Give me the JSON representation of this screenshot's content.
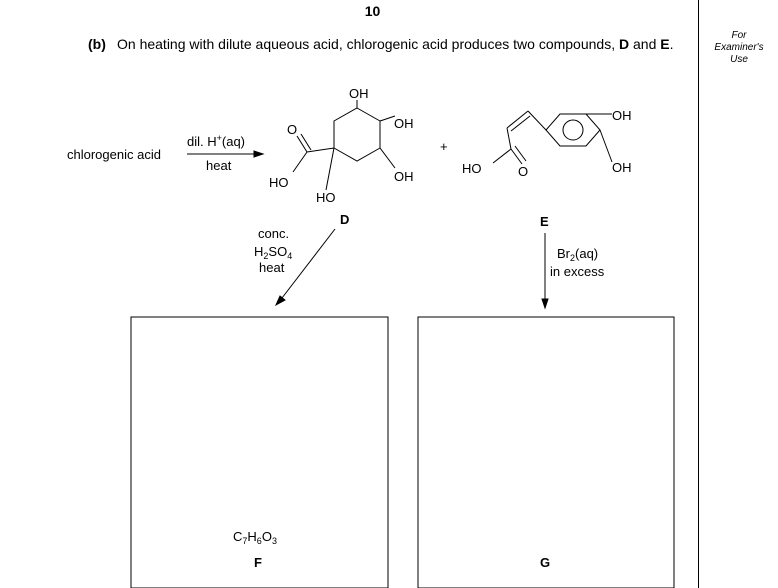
{
  "page_number": "10",
  "examiner_box": {
    "line1": "For",
    "line2": "Examiner's",
    "line3": "Use"
  },
  "question": {
    "label": "(b)",
    "text_part1": "On heating with dilute aqueous acid, chlorogenic acid produces two compounds, ",
    "compound_d": "D",
    "text_part2": " and ",
    "compound_e": "E",
    "text_part3": "."
  },
  "scheme": {
    "reactant": "chlorogenic acid",
    "step1": {
      "above_main": "dil. H",
      "above_sup": "+",
      "above_tail": "(aq)",
      "below": "heat"
    },
    "plus": "+",
    "labels": {
      "OH": "OH",
      "HO": "HO",
      "O": "O"
    },
    "product_d_label": "D",
    "product_e_label": "E",
    "step_d": {
      "line1": "conc.",
      "line2_a": "H",
      "line2_sub1": "2",
      "line2_b": "SO",
      "line2_sub2": "4",
      "line3": "heat"
    },
    "step_e": {
      "line1_a": "Br",
      "line1_sub": "2",
      "line1_b": "(aq)",
      "line2": "in excess"
    },
    "formula_f": {
      "c": "C",
      "c_n": "7",
      "h": "H",
      "h_n": "6",
      "o": "O",
      "o_n": "3"
    },
    "box_f_label": "F",
    "box_g_label": "G"
  }
}
